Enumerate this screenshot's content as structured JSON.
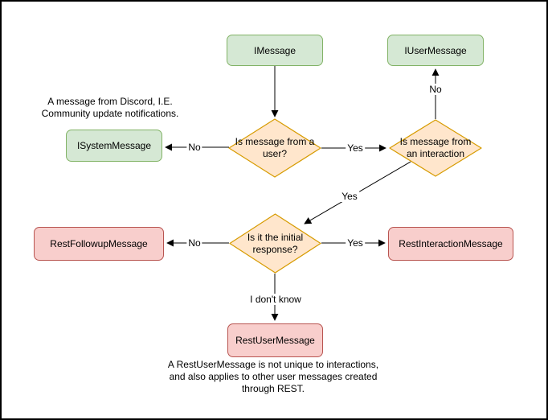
{
  "diagram": {
    "nodes": {
      "imessage": {
        "label": "IMessage",
        "type": "class",
        "color": "green"
      },
      "iusermessage": {
        "label": "IUserMessage",
        "type": "class",
        "color": "green"
      },
      "isystemmessage": {
        "label": "ISystemMessage",
        "type": "class",
        "color": "green"
      },
      "q_user": {
        "label": "Is message from a user?",
        "type": "decision",
        "color": "orange"
      },
      "q_interaction": {
        "label": "Is message from an interaction",
        "type": "decision",
        "color": "orange"
      },
      "q_initial": {
        "label": "Is it the initial response?",
        "type": "decision",
        "color": "orange"
      },
      "restfollowup": {
        "label": "RestFollowupMessage",
        "type": "class",
        "color": "red"
      },
      "restinteraction": {
        "label": "RestInteractionMessage",
        "type": "class",
        "color": "red"
      },
      "restuser": {
        "label": "RestUserMessage",
        "type": "class",
        "color": "red"
      }
    },
    "edge_labels": {
      "user_no": "No",
      "user_yes": "Yes",
      "interaction_no": "No",
      "interaction_yes": "Yes",
      "initial_no": "No",
      "initial_yes": "Yes",
      "initial_idk": "I don't know"
    },
    "annotations": {
      "system_note": "A message from Discord, I.E.\nCommunity update notifications.",
      "restuser_note": "A RestUserMessage is not unique to interactions,\nand also applies to other user messages created\nthrough REST."
    },
    "colors": {
      "green_fill": "#d5e8d4",
      "green_stroke": "#82b366",
      "orange_fill": "#ffe6cc",
      "orange_stroke": "#d79b00",
      "red_fill": "#f8cecc",
      "red_stroke": "#b85450",
      "line": "#000000",
      "background": "#ffffff"
    }
  }
}
